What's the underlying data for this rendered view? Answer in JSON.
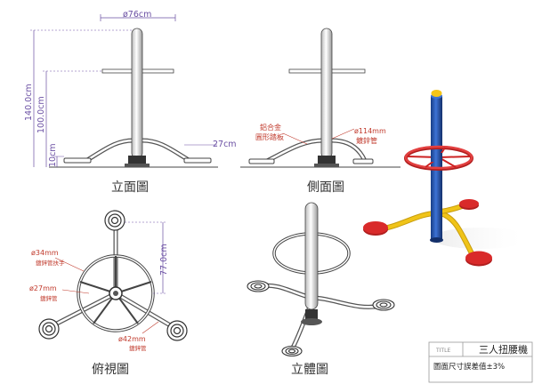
{
  "views": {
    "front": {
      "caption": "立面圖",
      "dim_top": "ø76cm",
      "dim_total_h": "140.0cm",
      "dim_handle_h": "100.0cm",
      "dim_step_h": "10cm",
      "dim_side": "27cm"
    },
    "side": {
      "caption": "側面圖",
      "note_plate_line1": "鋁合金",
      "note_plate_line2": "圓形踏板",
      "note_pipe_line1": "ø114mm",
      "note_pipe_line2": "鍍鋅管"
    },
    "top": {
      "caption": "俯視圖",
      "dim_height": "77.0cm",
      "note_a_line1": "ø34mm",
      "note_a_line2": "鍍鋅管扶手",
      "note_b_line1": "ø27mm",
      "note_b_line2": "鍍鋅管",
      "note_c_line1": "ø42mm",
      "note_c_line2": "鍍鋅管"
    },
    "iso": {
      "caption": "立體圖"
    }
  },
  "title_block": {
    "label": "TITLE",
    "name": "三人扭腰機",
    "tolerance": "圖面尺寸誤差值±3%"
  },
  "colors": {
    "post_blue": "#1f4fa8",
    "wheel_red": "#d92a2a",
    "arm_yellow": "#f0c419",
    "cap_red": "#e34040",
    "dim_purple": "#6a4fa3",
    "note_red": "#c0392b"
  }
}
